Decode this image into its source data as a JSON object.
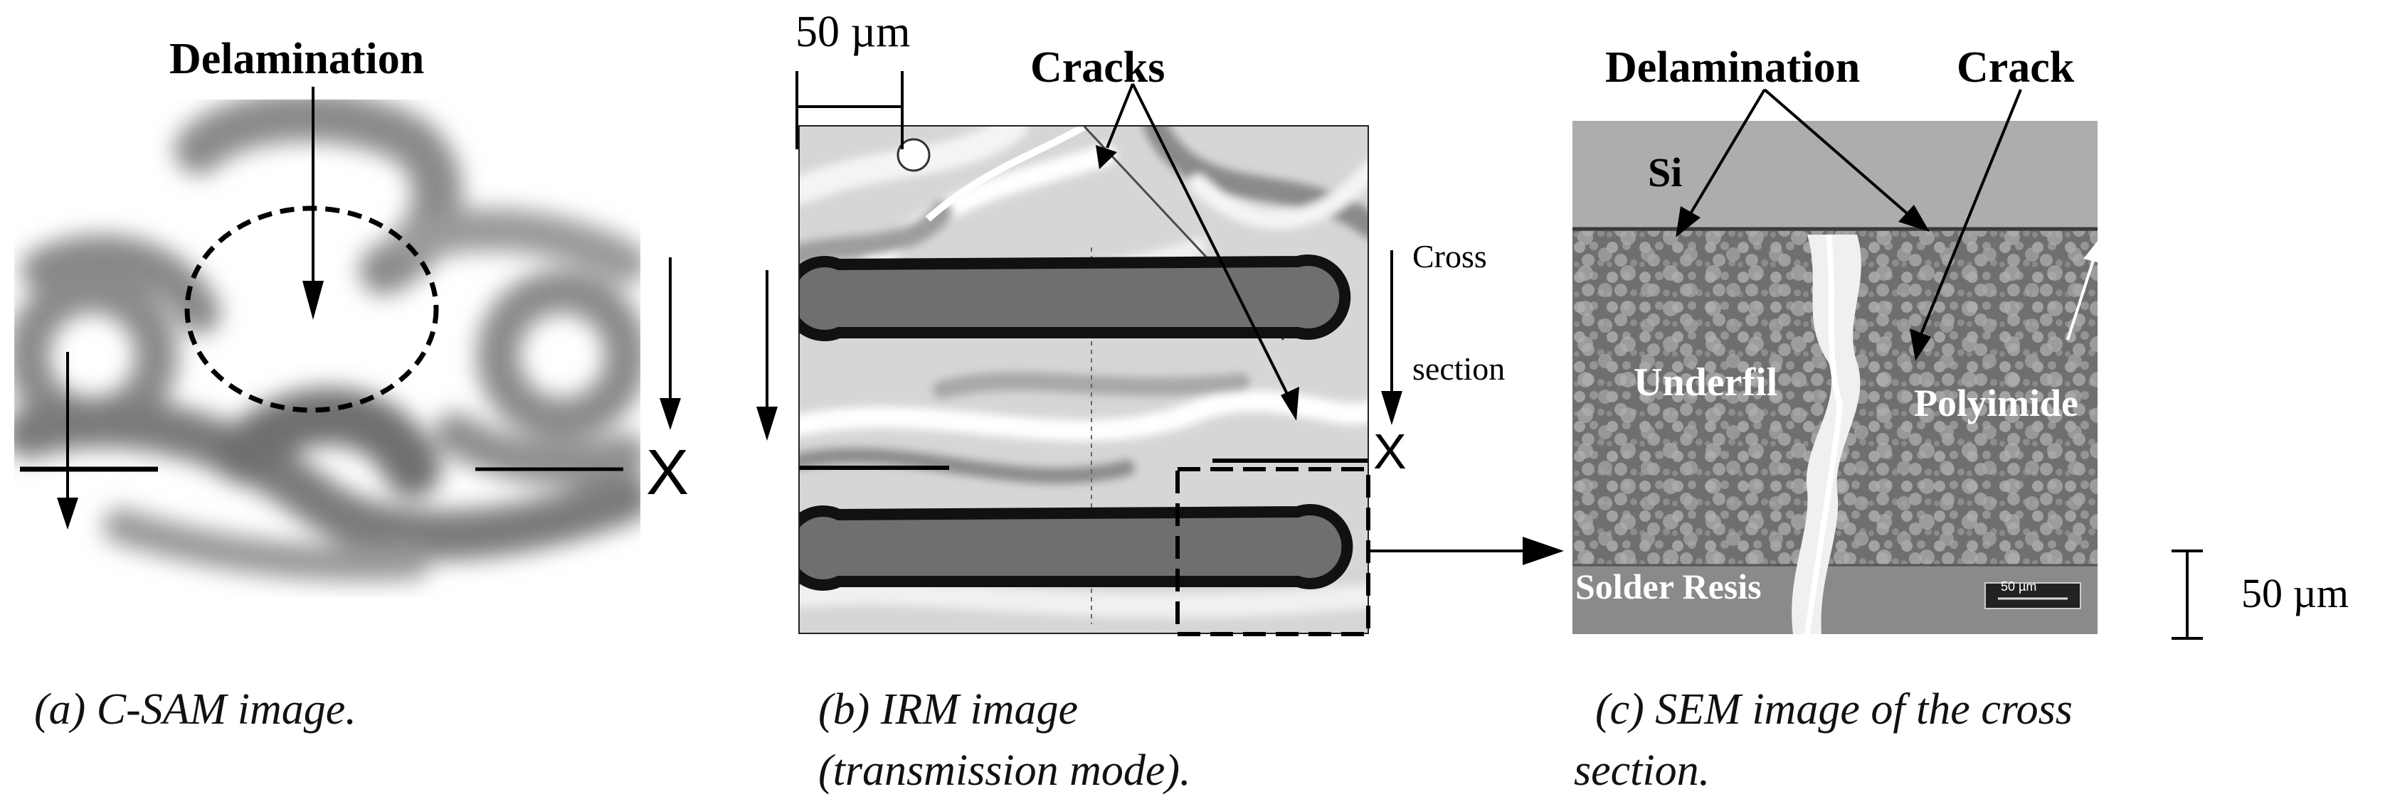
{
  "panel_a": {
    "label_delamination": "Delamination",
    "marker_x": "X",
    "caption": "(a) C-SAM image."
  },
  "panel_b": {
    "scale_label": "50 µm",
    "label_cracks": "Cracks",
    "label_cross": "Cross",
    "label_section": "section",
    "marker_x": "X",
    "caption_line1": "(b) IRM image",
    "caption_line2": "(transmission mode)."
  },
  "panel_c": {
    "label_delamination": "Delamination",
    "label_crack": "Crack",
    "label_si": "Si",
    "label_underfil": "Underfil",
    "label_polyimide": "Polyimide",
    "label_solder": "Solder Resis",
    "inset_scale": "50 µm",
    "scale_label": "50 µm",
    "caption_line1": "(c) SEM image of the cross",
    "caption_line2": "section."
  }
}
